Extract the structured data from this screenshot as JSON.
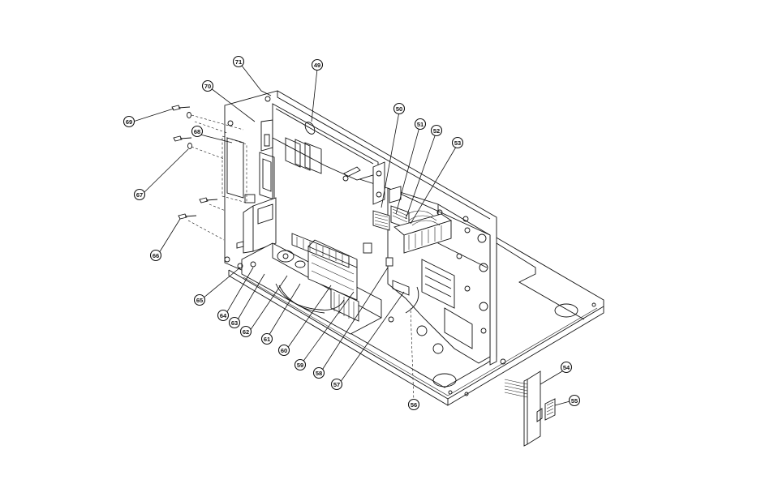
{
  "callouts": [
    {
      "id": "49",
      "label": "49"
    },
    {
      "id": "50",
      "label": "50"
    },
    {
      "id": "51",
      "label": "51"
    },
    {
      "id": "52",
      "label": "52"
    },
    {
      "id": "53",
      "label": "53"
    },
    {
      "id": "54",
      "label": "54"
    },
    {
      "id": "55",
      "label": "55"
    },
    {
      "id": "56",
      "label": "56"
    },
    {
      "id": "57",
      "label": "57"
    },
    {
      "id": "58",
      "label": "58"
    },
    {
      "id": "59",
      "label": "59"
    },
    {
      "id": "60",
      "label": "60"
    },
    {
      "id": "61",
      "label": "61"
    },
    {
      "id": "62",
      "label": "62"
    },
    {
      "id": "63",
      "label": "63"
    },
    {
      "id": "64",
      "label": "64"
    },
    {
      "id": "65",
      "label": "65"
    },
    {
      "id": "66",
      "label": "66"
    },
    {
      "id": "67",
      "label": "67"
    },
    {
      "id": "68",
      "label": "68"
    },
    {
      "id": "69",
      "label": "69"
    },
    {
      "id": "70",
      "label": "70"
    },
    {
      "id": "71",
      "label": "71"
    }
  ]
}
